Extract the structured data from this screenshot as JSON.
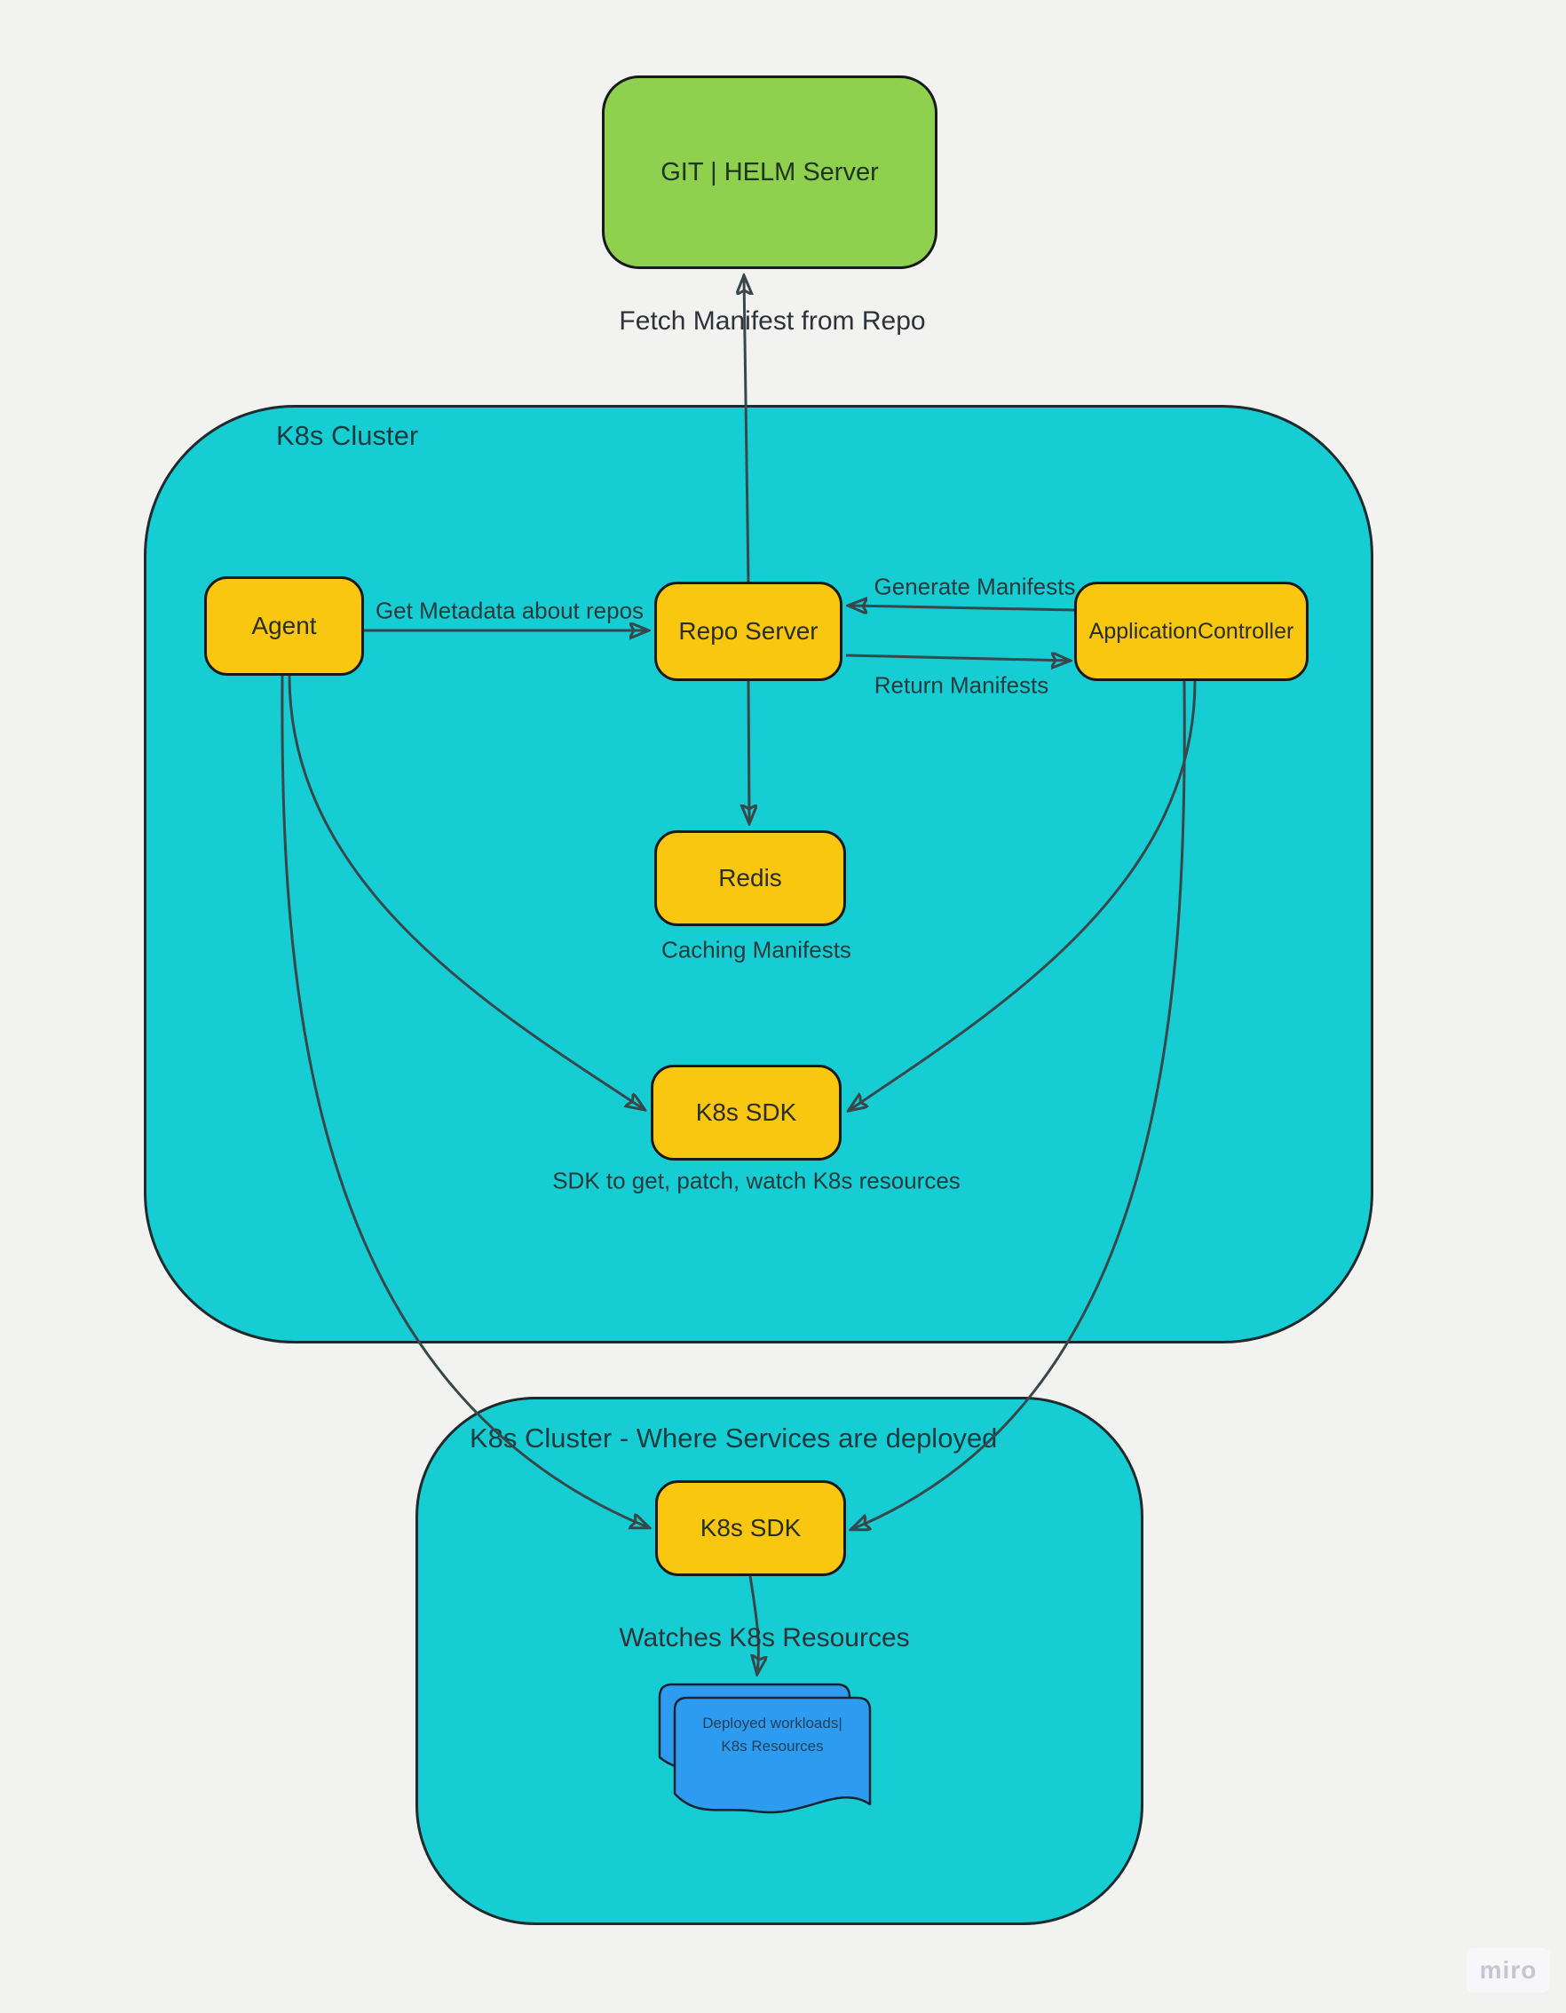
{
  "board": {
    "watermark": "miro",
    "background": "#F2F2F1"
  },
  "clusters": {
    "main": {
      "title": "K8s Cluster",
      "color": "#16CDD4"
    },
    "deploy": {
      "title": "K8s Cluster - Where Services are deployed",
      "color": "#16CDD4"
    }
  },
  "nodes": {
    "git_helm_server": "GIT | HELM Server",
    "agent": "Agent",
    "repo_server": "Repo Server",
    "application_controller": "ApplicationController",
    "redis": "Redis",
    "k8s_sdk_main": "K8s SDK",
    "k8s_sdk_deploy": "K8s SDK",
    "document_line1": "Deployed workloads|",
    "document_line2": "K8s Resources"
  },
  "edge_labels": {
    "fetch_manifest": "Fetch Manifest from Repo",
    "get_metadata": "Get Metadata about repos",
    "generate_manifests": "Generate Manifests",
    "return_manifests": "Return Manifests",
    "caching_manifests": "Caching Manifests",
    "sdk_description": "SDK to get, patch, watch K8s resources",
    "watches_resources": "Watches K8s Resources"
  },
  "colors": {
    "node_yellow": "#FAC710",
    "server_green": "#8FD14F",
    "document_blue": "#2D9BF0",
    "cluster_teal": "#16CDD4",
    "connector_stroke": "#37474A",
    "shape_border": "#17191A"
  }
}
